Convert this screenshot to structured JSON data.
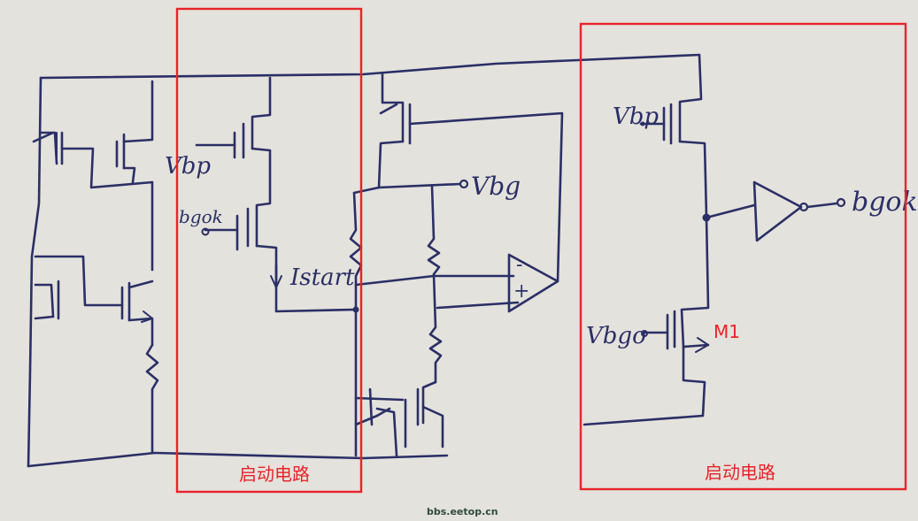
{
  "labels": {
    "vbp_left": "Vbp",
    "bgok_left": "bgok",
    "istart": "Istart",
    "vbg": "Vbg",
    "vbp_right": "Vbp",
    "bgok_right": "bgok",
    "vbgo": "Vbgo",
    "m1": "M1",
    "opamp_minus": "-",
    "opamp_plus": "+"
  },
  "boxes": {
    "left_caption": "启动电路",
    "right_caption": "启动电路"
  },
  "watermark": "bbs.eetop.cn",
  "colors": {
    "ink": "#2a2f66",
    "annotation": "#e8232a",
    "paper": "#e9e7e1"
  }
}
